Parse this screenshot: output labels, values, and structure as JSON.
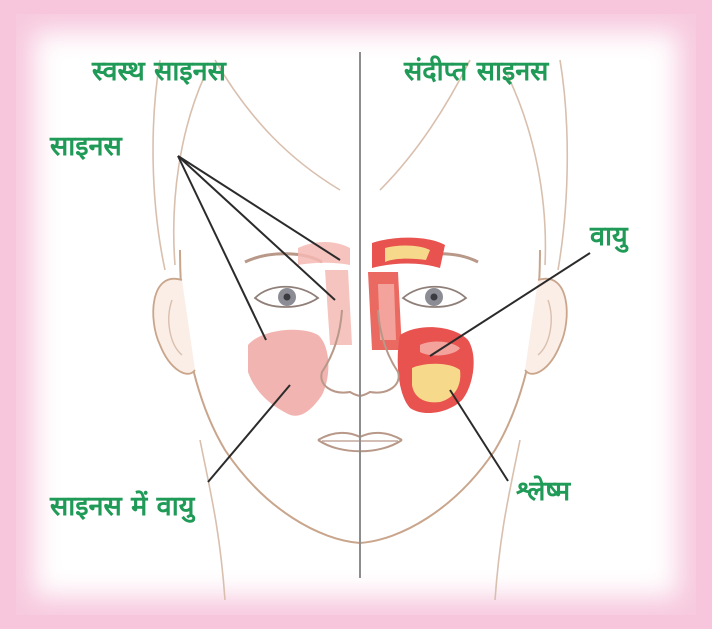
{
  "labels": {
    "healthy_title": "स्वस्थ साइनस",
    "inflamed_title": "संदीप्त साइनस",
    "sinus": "साइनस",
    "air_in_sinus": "साइनस में वायु",
    "air": "वायु",
    "mucus": "श्लेष्म"
  },
  "colors": {
    "label_green": "#1f9a57",
    "frame_pink": "#f7c6dc",
    "healthy_sinus": "#f0a7a2",
    "inflamed_sinus": "#e8524f",
    "mucus_yellow": "#f6d98a",
    "face_outline": "#c9a58c"
  }
}
